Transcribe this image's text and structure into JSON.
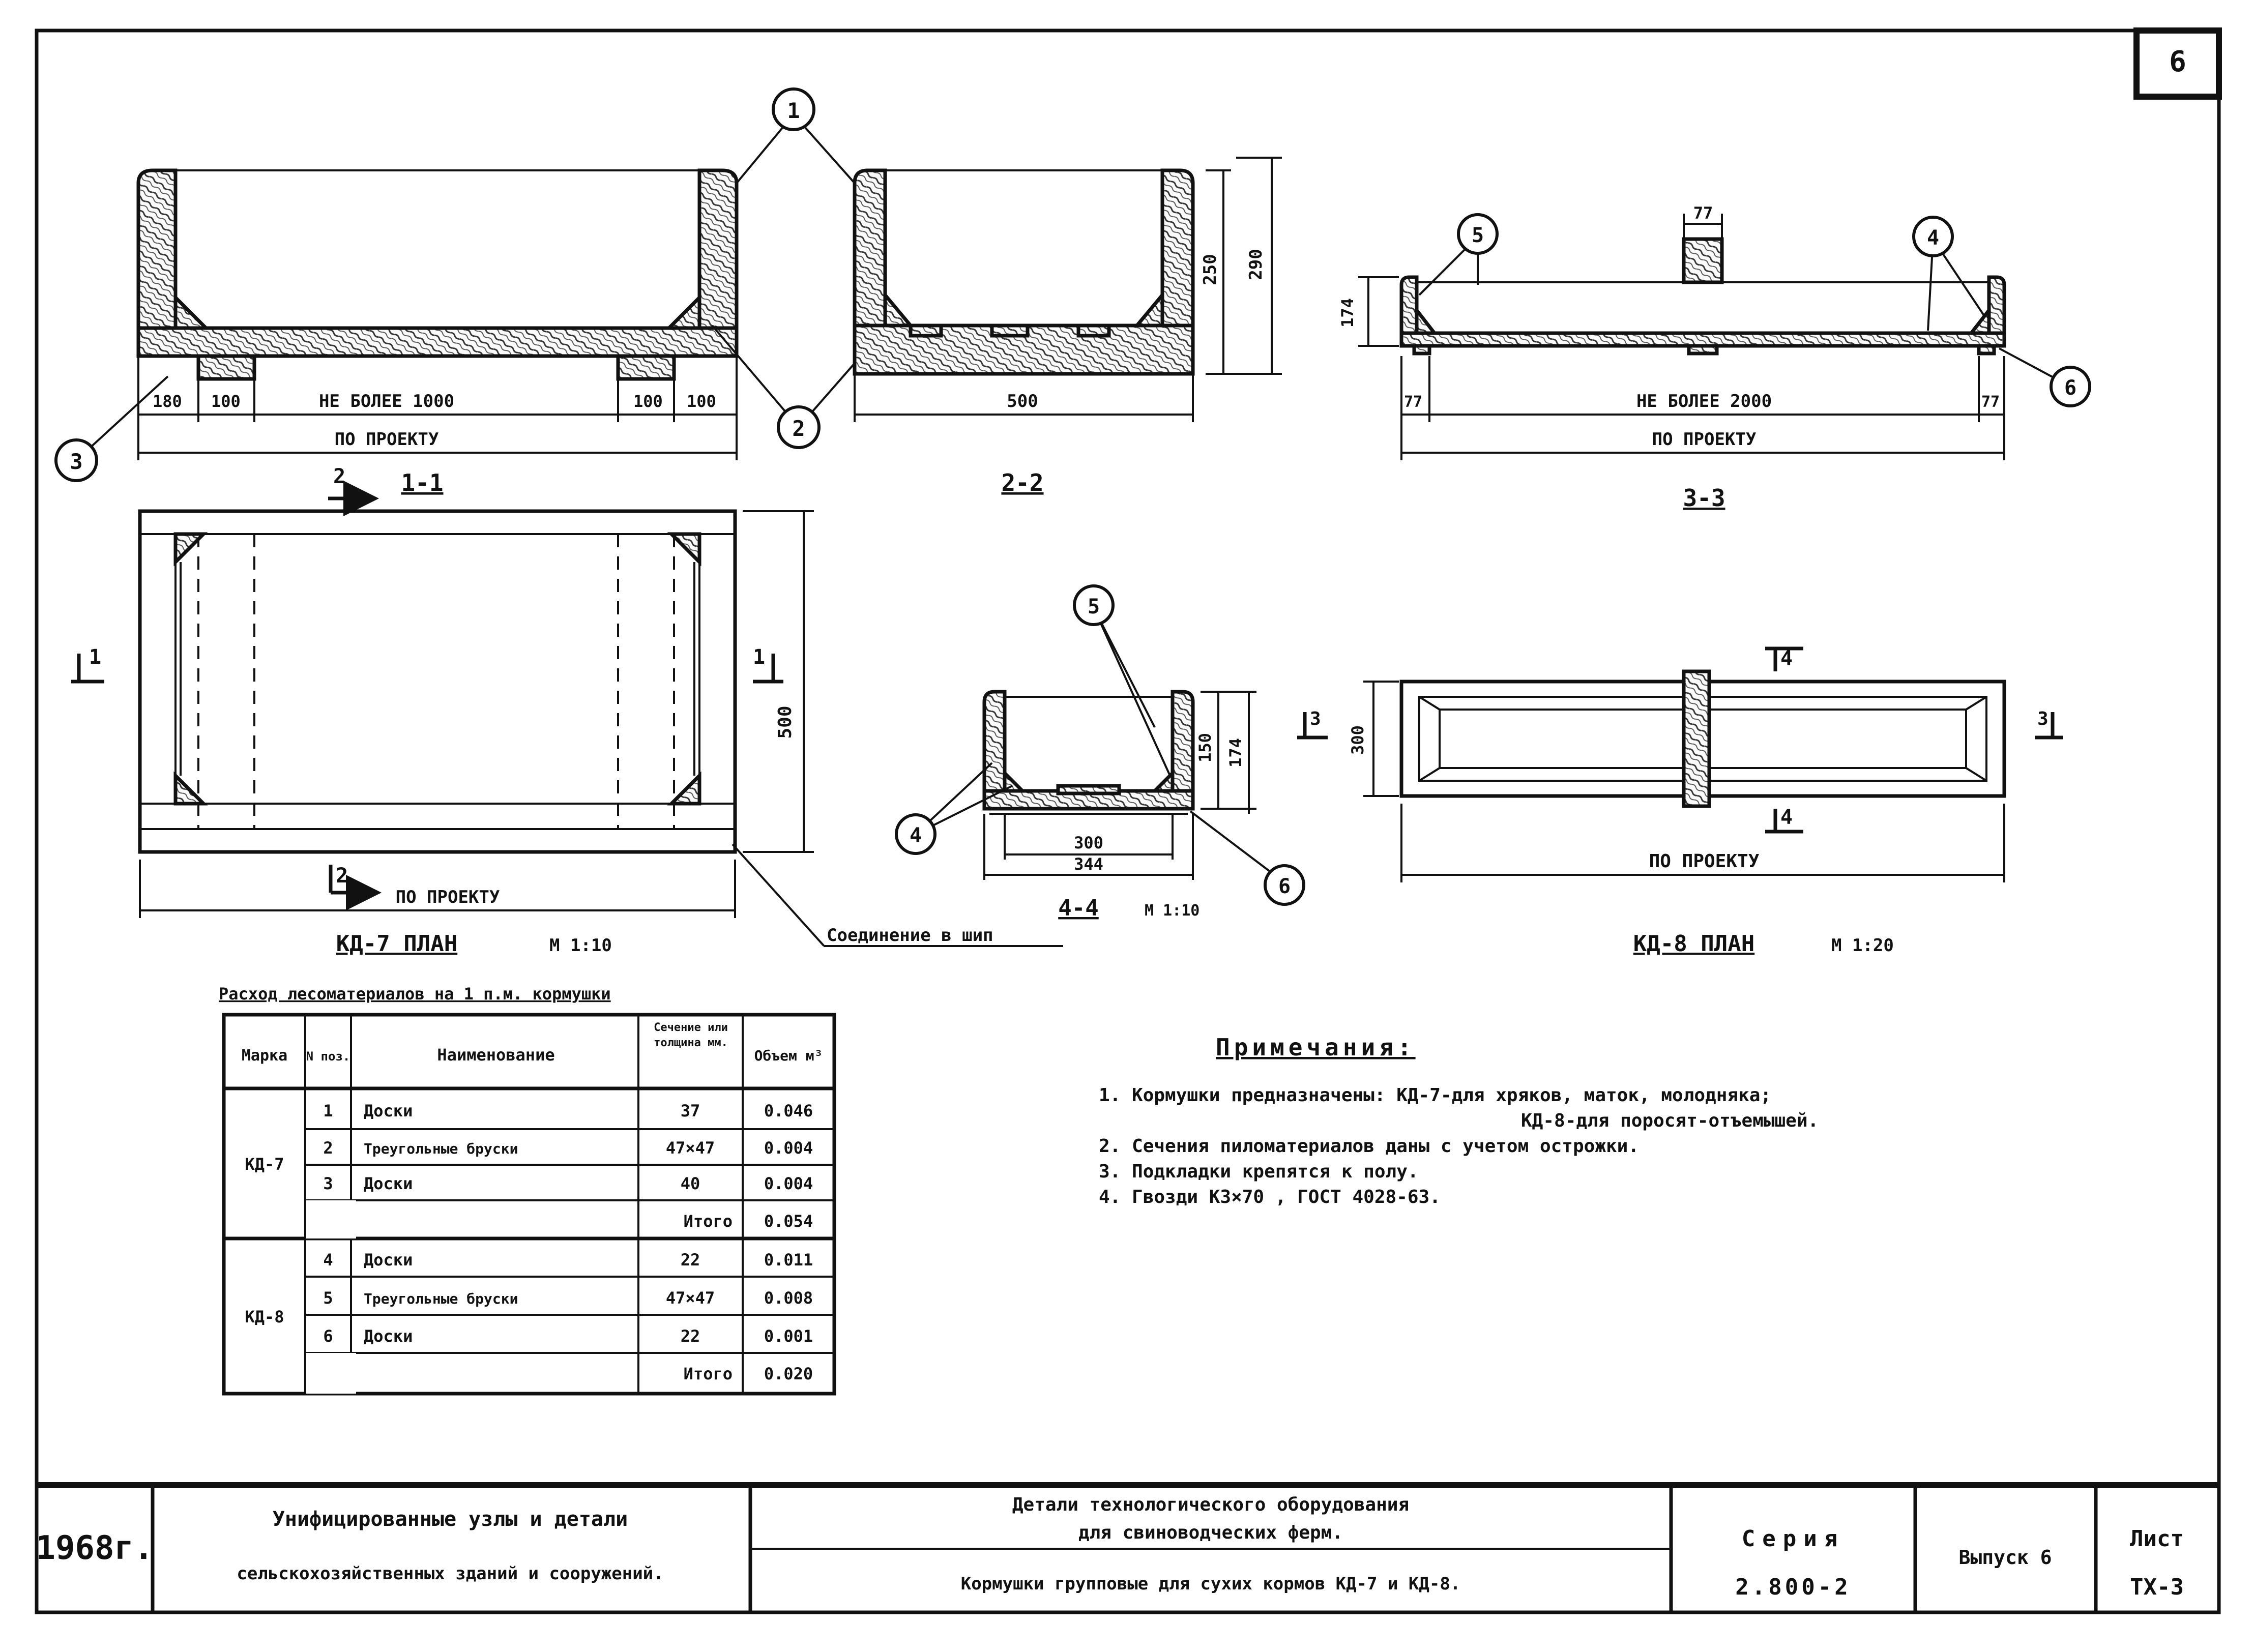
{
  "sheet_number": "6",
  "callouts": {
    "n1": "1",
    "n2": "2",
    "n3": "3",
    "n4": "4",
    "n5": "5",
    "n6": "6"
  },
  "section_1_1": {
    "dim_180": "180",
    "dim_100_left": "100",
    "dim_max1000": "НЕ БОЛЕЕ 1000",
    "dim_100_mid": "100",
    "dim_100_right": "100",
    "dim_project": "ПО ПРОЕКТУ",
    "title": "1-1",
    "cut_2": "2"
  },
  "section_2_2": {
    "dim_250": "250",
    "dim_290": "290",
    "dim_500": "500",
    "title": "2-2"
  },
  "section_3_3": {
    "dim_77_top": "77",
    "dim_174": "174",
    "dim_77_left": "77",
    "dim_max2000": "НЕ БОЛЕЕ 2000",
    "dim_77_right": "77",
    "dim_project": "ПО ПРОЕКТУ",
    "title": "3-3"
  },
  "plan_kd7": {
    "cut_1_left": "1",
    "cut_1_right": "1",
    "cut_2_bottom": "2",
    "dim_500": "500",
    "dim_project": "ПО ПРОЕКТУ",
    "title": "КД-7  ПЛАН",
    "scale": "М 1:10",
    "joint_label": "Соединение в шип"
  },
  "section_4_4": {
    "dim_150": "150",
    "dim_174": "174",
    "dim_300": "300",
    "dim_344": "344",
    "title": "4-4",
    "scale": "М 1:10"
  },
  "plan_kd8": {
    "cut_4_top": "4",
    "cut_4_bottom": "4",
    "cut_3_left": "3",
    "cut_3_right": "3",
    "dim_300": "300",
    "dim_project": "ПО ПРОЕКТУ",
    "title": "КД-8  ПЛАН",
    "scale": "М 1:20"
  },
  "materials_table": {
    "caption": "Расход лесоматериалов на 1 п.м. кормушки",
    "headers": [
      "Марка",
      "N поз.",
      "Наименование",
      "Сечение или толщина мм.",
      "Объем м³"
    ],
    "groups": [
      {
        "mark": "КД-7",
        "rows": [
          {
            "pos": "1",
            "name": "Доски",
            "section": "37",
            "volume": "0.046"
          },
          {
            "pos": "2",
            "name": "Треугольные бруски",
            "section": "47×47",
            "volume": "0.004"
          },
          {
            "pos": "3",
            "name": "Доски",
            "section": "40",
            "volume": "0.004"
          }
        ],
        "total_label": "Итого",
        "total": "0.054"
      },
      {
        "mark": "КД-8",
        "rows": [
          {
            "pos": "4",
            "name": "Доски",
            "section": "22",
            "volume": "0.011"
          },
          {
            "pos": "5",
            "name": "Треугольные бруски",
            "section": "47×47",
            "volume": "0.008"
          },
          {
            "pos": "6",
            "name": "Доски",
            "section": "22",
            "volume": "0.001"
          }
        ],
        "total_label": "Итого",
        "total": "0.020"
      }
    ]
  },
  "notes": {
    "title": "Примечания:",
    "items": [
      "1. Кормушки предназначены: КД-7-для хряков, маток, молодняка;",
      "КД-8-для поросят-отъемышей.",
      "2. Сечения пиломатериалов даны с учетом острожки.",
      "3. Подкладки крепятся к полу.",
      "4. Гвозди К3×70 , ГОСТ 4028-63."
    ]
  },
  "title_block": {
    "year": "1968г.",
    "org_line1": "Унифицированные узлы и детали",
    "org_line2": "сельскохозяйственных зданий и сооружений.",
    "subject_line1": "Детали технологического оборудования",
    "subject_line2": "для свиноводческих ферм.",
    "drawing_title": "Кормушки групповые для сухих кормов КД-7 и КД-8.",
    "series_label": "Серия",
    "series_value": "2.800-2",
    "issue": "Выпуск 6",
    "sheet_label": "Лист",
    "sheet_value": "ТХ-3"
  }
}
